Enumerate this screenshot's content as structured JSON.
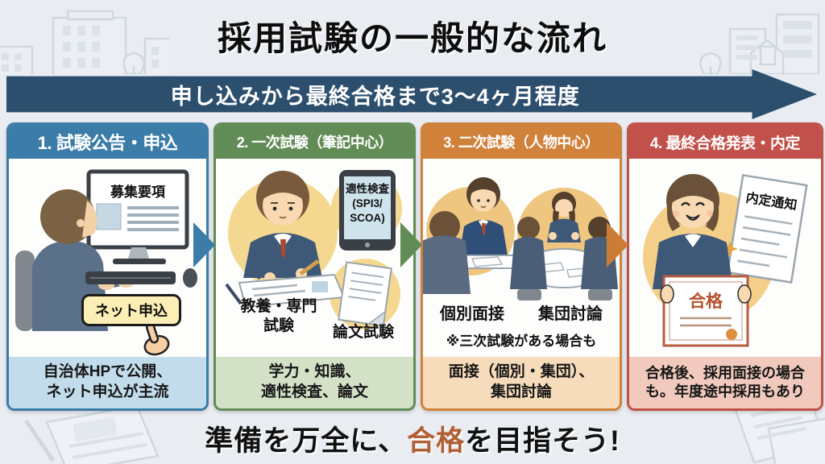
{
  "title": "採用試験の一般的な流れ",
  "banner": {
    "label": "申し込みから最終合格まで3〜4ヶ月程度",
    "color": "#2d4f6e"
  },
  "steps": [
    {
      "header": "1. 試験公告・申込",
      "header_color": "#3b7ca8",
      "footer_bg": "#c3dcec",
      "footer": [
        "自治体HPで公開、",
        "ネット申込が主流"
      ],
      "art": {
        "screen_title": "募集要項",
        "button_label": "ネット申込"
      }
    },
    {
      "header": "2. 一次試験（筆記中心）",
      "header_color": "#618c55",
      "footer_bg": "#d3e1c6",
      "footer": [
        "学力・知識、",
        "適性検査、論文"
      ],
      "labels": {
        "written_1": "教養・専門",
        "written_2": "試験",
        "essay": "論文試験"
      },
      "art": {
        "tablet_1": "適性検査",
        "tablet_2": "(SPI3/",
        "tablet_3": "SCOA)"
      }
    },
    {
      "header": "3. 二次試験（人物中心）",
      "header_color": "#d0813a",
      "footer_bg": "#f6dcba",
      "footer": [
        "面接（個別・集団）、",
        "集団討論"
      ],
      "labels": {
        "interview": "個別面接",
        "discussion": "集団討論",
        "note": "※三次試験がある場合も"
      }
    },
    {
      "header": "4. 最終合格発表・内定",
      "header_color": "#c1514a",
      "footer_bg": "#f1cabd",
      "footer": [
        "合格後、採用面接の場合",
        "も。年度途中採用もあり"
      ],
      "art": {
        "letter": "内定通知",
        "certificate": "合格"
      }
    }
  ],
  "tagline": {
    "pre": "準備を万全に、",
    "highlight": "合格",
    "post": "を目指そう!",
    "highlight_color": "#b15f35"
  }
}
